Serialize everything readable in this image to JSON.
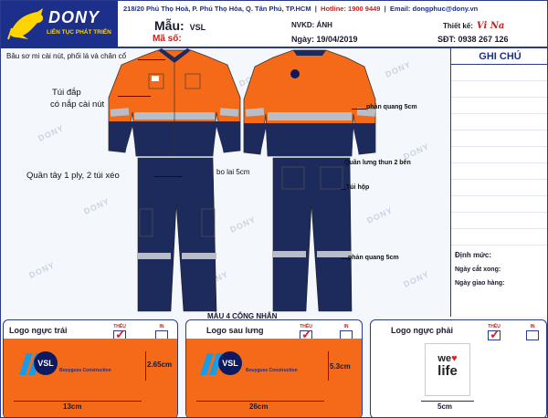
{
  "header": {
    "brand": "DONY",
    "tagline": "LIÊN TỤC PHÁT TRIỂN",
    "address": "218/20 Phú Thọ Hoà, P. Phú Thọ Hòa, Q. Tân Phú, TP.HCM",
    "hotline_label": "Hotline: 1900 9449",
    "email_label": "Email: dongphuc@dony.vn",
    "mau_label": "Mẫu:",
    "mau_value": "VSL",
    "maso_label": "Mã số:",
    "nvkd": "NVKD: ÁNH",
    "ngay": "Ngày: 19/04/2019",
    "thietke_label": "Thiết kế:",
    "thietke_value": "Vi Na",
    "sdt": "SĐT: 0938 267 126"
  },
  "notes": {
    "title": "GHI CHÚ",
    "dinh_muc": "Định mức:",
    "ngay_cat_xong": "Ngày cắt xong:",
    "ngay_giao_hang": "Ngày giao hàng:"
  },
  "annotations": {
    "collar": "Bâu sơ mi cài nút, phối lá và chân cổ",
    "pocket_1": "Túi đắp",
    "pocket_2": "có nắp cài nút",
    "pants": "Quần tây 1 ply, 2 túi xéo",
    "cuff": "bo lai 5cm",
    "reflect_top": "phản quang 5cm",
    "waist": "Quần lưng thun 2 bên",
    "box_pocket": "Túi hộp",
    "reflect_bottom": "phản quang 5cm",
    "caption": "MÀU 4 CÔNG NHÂN"
  },
  "panels": [
    {
      "title": "Logo ngực trái",
      "theu": "THÊU",
      "in": "IN",
      "height_label": "2.65cm",
      "width_label": "13cm",
      "checked": "theu"
    },
    {
      "title": "Logo sau lưng",
      "theu": "THÊU",
      "in": "IN",
      "height_label": "5.3cm",
      "width_label": "26cm",
      "checked": "theu"
    },
    {
      "title": "Logo ngực phải",
      "theu": "THÊU",
      "in": "IN",
      "width_label": "5cm",
      "checked": "theu"
    }
  ],
  "vsl_logo": {
    "text": "VSL",
    "sub": "Bouygues Construction"
  },
  "welife": {
    "line1": "we",
    "line2": "life"
  },
  "colors": {
    "navy": "#1c2a5c",
    "orange": "#f46a18",
    "reflective": "#b9bec6",
    "brand_blue": "#1c2f8a",
    "accent_red": "#c0231f"
  }
}
